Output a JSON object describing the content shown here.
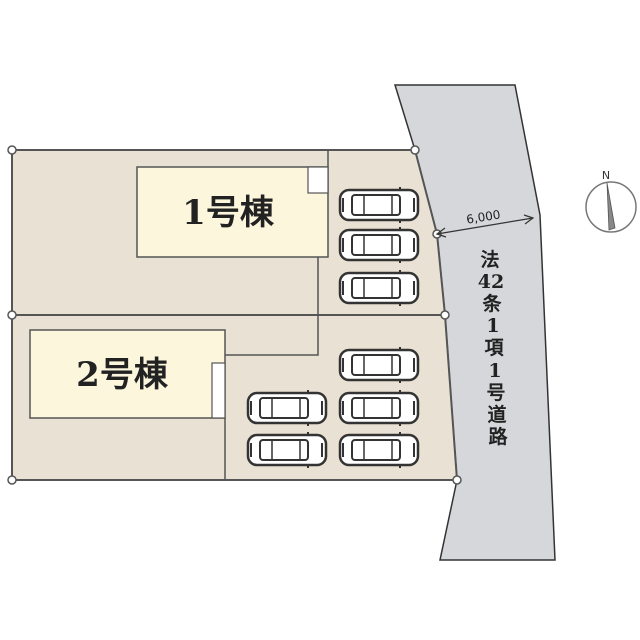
{
  "buildings": [
    {
      "label": "1号棟"
    },
    {
      "label": "2号棟"
    }
  ],
  "road": {
    "label_chars": [
      "法",
      "42",
      "条",
      "1",
      "項",
      "1",
      "号",
      "道",
      "路"
    ],
    "width_dimension": "6,000"
  },
  "compass": {
    "north_label": "N"
  },
  "colors": {
    "lot": "#e9e1d3",
    "building": "#fbf6dc",
    "road": "#d5d7da",
    "line": "#555555"
  }
}
